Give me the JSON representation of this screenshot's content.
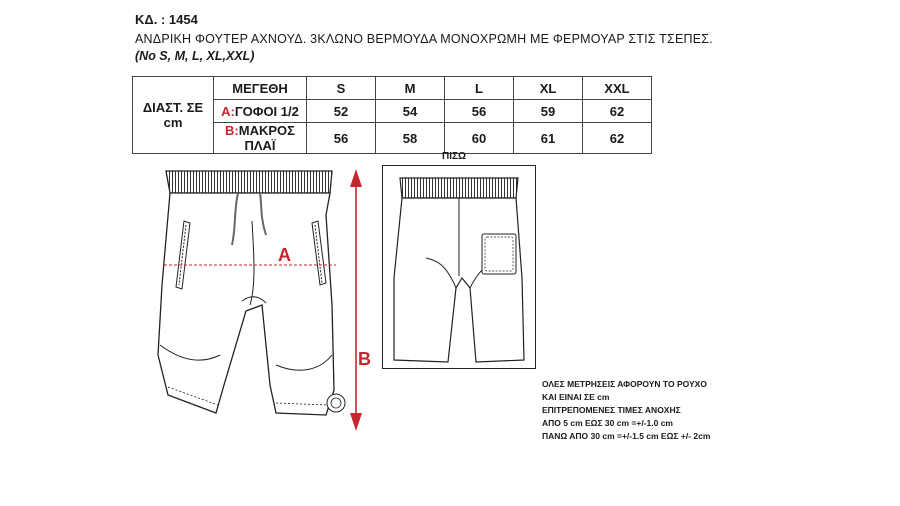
{
  "header": {
    "code": "ΚΔ. : 1454",
    "description": "ΑΝΔΡΙΚΗ ΦΟΥΤΕΡ ΑΧΝΟΥΔ. 3ΚΛΩΝΟ ΒΕΡΜΟΥΔΑ ΜΟΝΟΧΡΩΜΗ ΜΕ ΦΕΡΜΟΥΑΡ ΣΤΙΣ ΤΣΕΠΕΣ.",
    "sizes_note": "(No S, M, L, XL,XXL)"
  },
  "table": {
    "dimension_label": "ΔΙΑΣΤ. ΣΕ cm",
    "size_header": "ΜΕΓΕΘΗ",
    "sizes": [
      "S",
      "M",
      "L",
      "XL",
      "XXL"
    ],
    "rows": [
      {
        "letter": "A:",
        "label": "ΓΟΦΟΙ 1/2",
        "values": [
          "52",
          "54",
          "56",
          "59",
          "62"
        ]
      },
      {
        "letter": "B:",
        "label": "ΜΑΚΡΟΣ ΠΛΑΪ",
        "values": [
          "56",
          "58",
          "60",
          "61",
          "62"
        ]
      }
    ]
  },
  "sketch": {
    "back_title": "ΠΙΣΩ",
    "marker_a": "A",
    "marker_b": "B"
  },
  "notes": [
    "ΟΛΕΣ ΜΕΤΡΗΣΕΙΣ ΑΦΟΡΟΥΝ ΤΟ ΡΟΥΧΟ",
    "ΚΑΙ ΕΙΝΑΙ ΣΕ cm",
    "ΕΠΙΤΡΕΠΟΜΕΝΕΣ ΤΙΜΕΣ ΑΝΟΧΗΣ",
    "ΑΠΟ 5 cm  ΕΩΣ 30 cm =+/-1.0 cm",
    "ΠΑΝΩ ΑΠΟ 30 cm =+/-1.5 cm ΕΩΣ +/- 2cm"
  ],
  "colors": {
    "accent": "#c6262e",
    "line": "#222222"
  }
}
